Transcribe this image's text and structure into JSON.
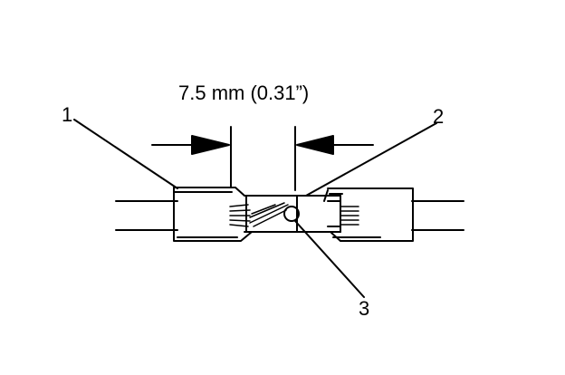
{
  "dimension": {
    "text": "7.5 mm (0.31”)"
  },
  "callouts": [
    {
      "number": "1"
    },
    {
      "number": "2"
    },
    {
      "number": "3"
    }
  ],
  "colors": {
    "ink": "#000000",
    "paper": "#ffffff"
  }
}
